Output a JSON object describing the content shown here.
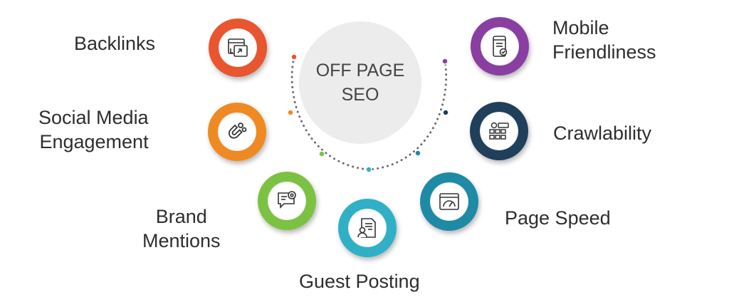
{
  "center": {
    "line1": "OFF PAGE",
    "line2": "SEO"
  },
  "items": [
    {
      "label_lines": [
        "Backlinks"
      ],
      "color": "#e8552f",
      "icon": "backlinks-icon"
    },
    {
      "label_lines": [
        "Social Media",
        "Engagement"
      ],
      "color": "#ef8a22",
      "icon": "magnet-icon"
    },
    {
      "label_lines": [
        "Brand",
        "Mentions"
      ],
      "color": "#7cc242",
      "icon": "chat-mention-icon"
    },
    {
      "label_lines": [
        "Guest Posting"
      ],
      "color": "#2fb0c6",
      "icon": "guest-post-icon"
    },
    {
      "label_lines": [
        "Page Speed"
      ],
      "color": "#1e8aa6",
      "icon": "speedometer-icon"
    },
    {
      "label_lines": [
        "Crawlability"
      ],
      "color": "#1f3f5b",
      "icon": "crawl-grid-icon"
    },
    {
      "label_lines": [
        "Mobile",
        "Friendliness"
      ],
      "color": "#8a3ea1",
      "icon": "mobile-check-icon"
    }
  ]
}
